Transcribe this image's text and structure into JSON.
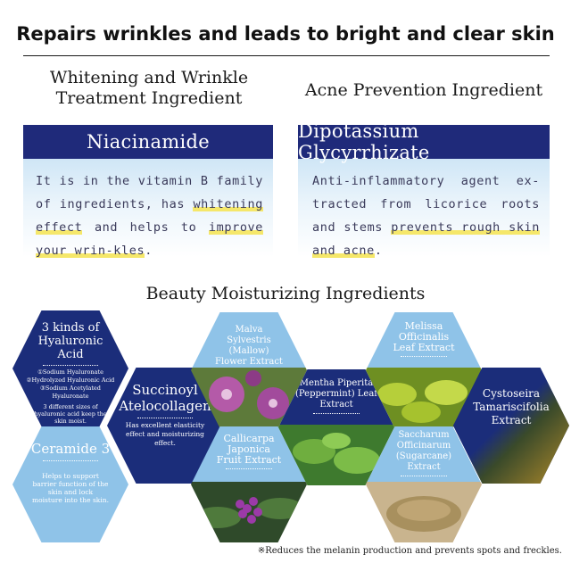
{
  "headline": "Repairs wrinkles and leads to bright and clear skin",
  "left": {
    "title_line1": "Whitening and Wrinkle",
    "title_line2": "Treatment Ingredient",
    "bar": "Niacinamide",
    "desc_a": "It is in the vitamin B family of ingredients, has ",
    "desc_hl1": "whitening effect",
    "desc_b": " and helps to ",
    "desc_hl2": "improve your wrin-kles",
    "desc_c": "."
  },
  "right": {
    "title": "Acne Prevention Ingredient",
    "bar": "Dipotassium Glycyrrhizate",
    "desc_a": "Anti-inflammatory agent ex-tracted from licorice roots and stems ",
    "desc_hl1": "prevents rough skin and acne",
    "desc_c": "."
  },
  "section_title": "Beauty Moisturizing Ingredients",
  "hexes": {
    "hyaluronic": {
      "title": "3 kinds of Hyaluronic Acid",
      "sub1": "①Sodium Hyaluronate",
      "sub2": "②Hydrolyzed Hyaluronic Acid",
      "sub3": "③Sodium Acetylated Hyaluronate",
      "note": "3 different sizes of hyaluronic acid keep the skin moist."
    },
    "ceramide": {
      "title": "Ceramide 3",
      "note": "Helps to support barrier function of the skin and lock moisture into the skin."
    },
    "succinoyl": {
      "title": "Succinoyl Atelocollagen",
      "note": "Has excellent elasticity effect and moisturizing effect."
    },
    "malva": {
      "title": "Malva Sylvestris (Mallow) Flower Extract"
    },
    "callicarpa": {
      "title": "Callicarpa Japonica Fruit Extract"
    },
    "mentha": {
      "title": "Mentha Piperita (Peppermint) Leaf Extract"
    },
    "melissa": {
      "title": "Melissa Officinalis Leaf Extract"
    },
    "saccharum": {
      "title": "Saccharum Officinarum (Sugarcane) Extract"
    },
    "cystoseira": {
      "title": "Cystoseira Tamariscifolia Extract"
    }
  },
  "footnote": "※Reduces the melanin production and prevents spots and freckles.",
  "colors": {
    "navy": "#1b2d7a",
    "light_blue": "#8fc3e8",
    "highlight": "#f5e76a"
  }
}
